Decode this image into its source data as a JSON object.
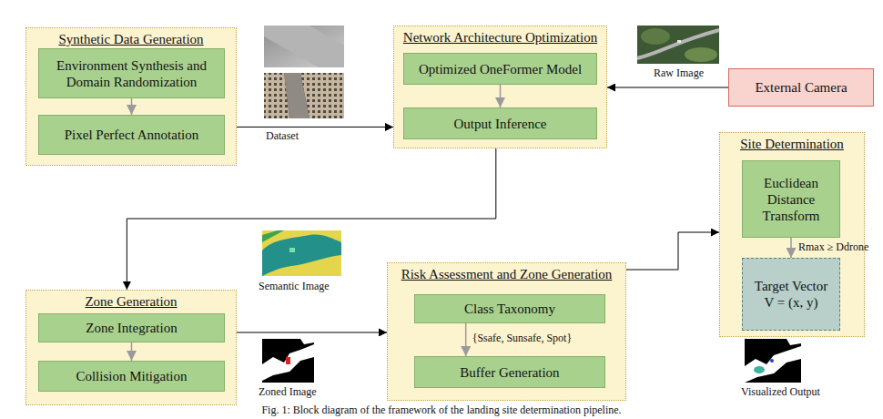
{
  "diagram": {
    "caption": "Fig. 1: Block diagram of the framework of the landing site determination pipeline.",
    "nodes": [
      {
        "text": [
          "Synthetic Data Generation"
        ]
      },
      {
        "text": [
          "Environment Synthesis and Domain Randomization"
        ],
        "in": 0
      },
      {
        "text": [
          "Pixel Perfect Annotation"
        ],
        "in": 0
      },
      {
        "text": [
          "Network Architecture Optimization"
        ]
      },
      {
        "text": [
          "Optimized OneFormer Model"
        ],
        "in": 3
      },
      {
        "text": [
          "Output Inference"
        ],
        "in": 3
      },
      {
        "text": [
          "External Camera"
        ]
      },
      {
        "text": [
          "Site Determination"
        ]
      },
      {
        "text": [
          "Euclidean Distance Transform"
        ],
        "in": 7
      },
      {
        "text": [
          "Target Vector V = (x, y)"
        ],
        "in": 7
      },
      {
        "text": [
          "Zone Generation"
        ]
      },
      {
        "text": [
          "Zone Integration"
        ],
        "in": 10
      },
      {
        "text": [
          "Collision Mitigation"
        ],
        "in": 10
      },
      {
        "text": [
          "Risk Assessment and Zone Generation"
        ]
      },
      {
        "text": [
          "Class Taxonomy"
        ],
        "in": 13
      },
      {
        "text": [
          "Buffer Generation"
        ],
        "in": 13
      }
    ],
    "edges": [
      {
        "from": 1,
        "to": 2,
        "arrow": "to"
      },
      {
        "from": 0,
        "to": 3,
        "label": "Dataset",
        "arrow": "to"
      },
      {
        "from": 4,
        "to": 5,
        "arrow": "to"
      },
      {
        "from": 6,
        "to": 3,
        "arrow": "to"
      },
      {
        "from": 3,
        "to": 10,
        "arrow": "to"
      },
      {
        "from": 11,
        "to": 12,
        "arrow": "to"
      },
      {
        "from": 10,
        "to": 13,
        "arrow": "to"
      },
      {
        "from": 14,
        "to": 15,
        "label": "{Ssafe, Sunsafe, Spot}",
        "arrow": "to"
      },
      {
        "from": 13,
        "to": 7,
        "arrow": "to"
      },
      {
        "from": 8,
        "to": 9,
        "label": "Rmax ≥ Ddrone",
        "arrow": "to"
      }
    ],
    "labels": [
      "Raw Image",
      "Semantic Image",
      "Zoned Image",
      "Visualized Output"
    ]
  }
}
